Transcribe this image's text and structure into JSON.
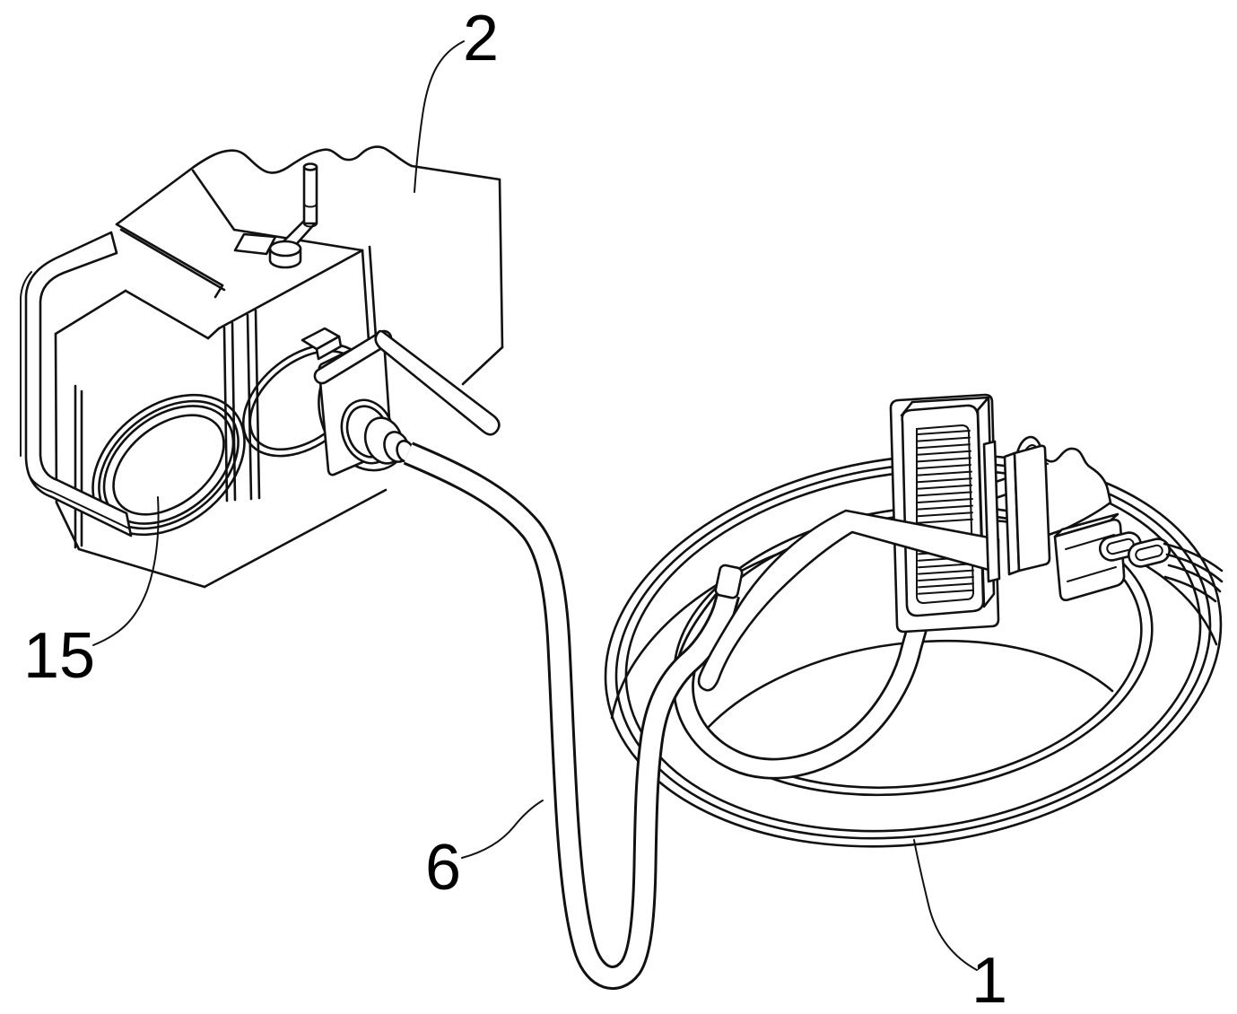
{
  "figure": {
    "title": "patent-style line drawing of a collar-mounted liquid dispensing device",
    "background": "#ffffff",
    "line_color": "#111111",
    "parts": [
      {
        "ref": "2",
        "name": "pump housing unit"
      },
      {
        "ref": "15",
        "name": "circular diaphragm lens"
      },
      {
        "ref": "6",
        "name": "flexible tube"
      },
      {
        "ref": "1",
        "name": "collar band with adjuster clamp"
      }
    ]
  },
  "labels": {
    "l2": {
      "text": "2"
    },
    "l15": {
      "text": "15"
    },
    "l6": {
      "text": "6"
    },
    "l1": {
      "text": "1"
    }
  }
}
